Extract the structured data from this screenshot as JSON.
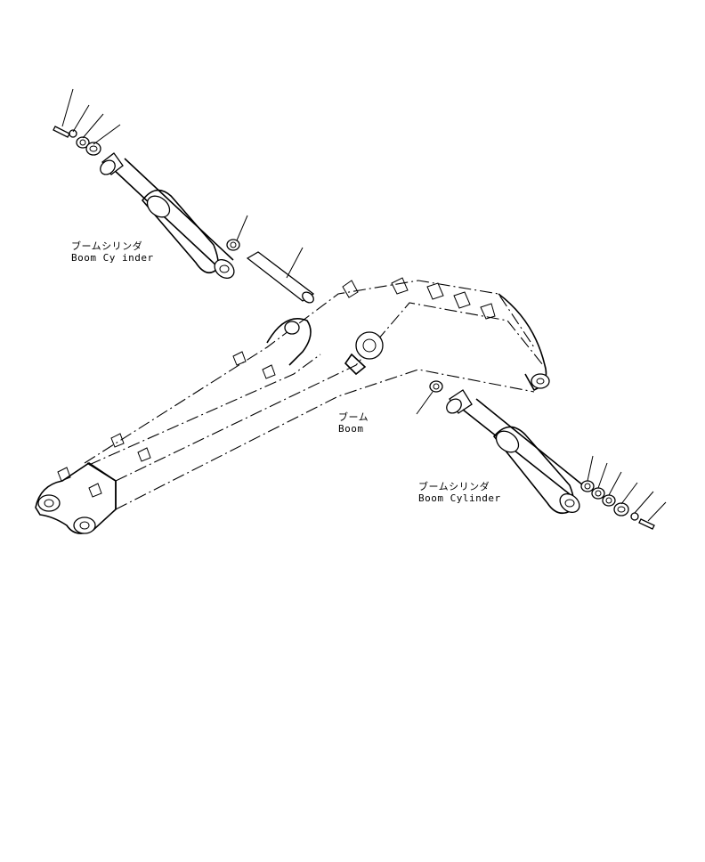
{
  "labels": {
    "boom_cylinder_left": {
      "jp": "ブームシリンダ",
      "en": "Boom Cy inder"
    },
    "boom": {
      "jp": "ブーム",
      "en": "Boom"
    },
    "boom_cylinder_right": {
      "jp": "ブームシリンダ",
      "en": "Boom Cylinder"
    }
  }
}
